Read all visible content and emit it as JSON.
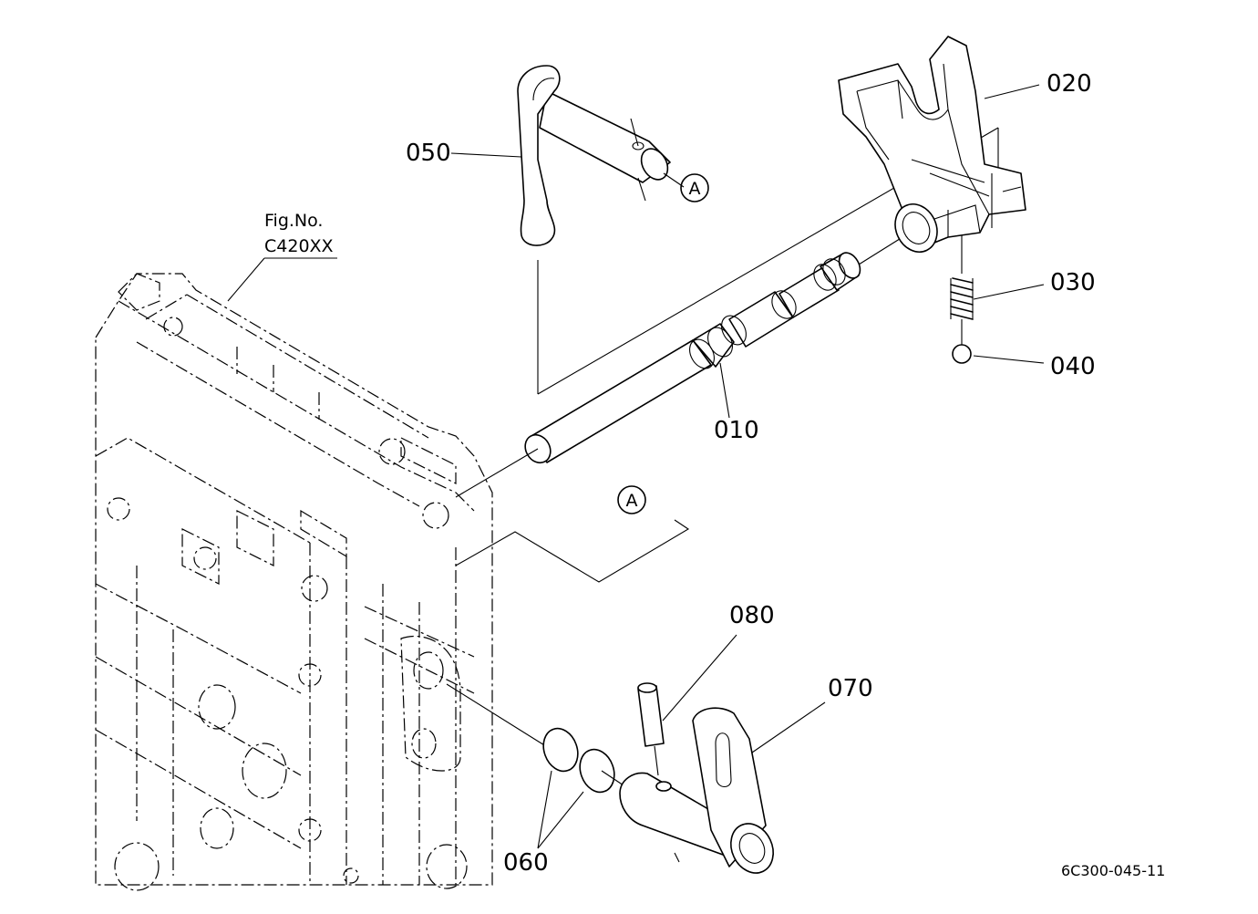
{
  "parts": {
    "p010": "010",
    "p020": "020",
    "p030": "030",
    "p040": "040",
    "p050": "050",
    "p060": "060",
    "p070": "070",
    "p080": "080"
  },
  "markers": {
    "a_upper": "A",
    "a_lower": "A"
  },
  "fig_ref": {
    "line1": "Fig.No.",
    "line2": "C420XX"
  },
  "drawing_code": "6C300-045-11"
}
